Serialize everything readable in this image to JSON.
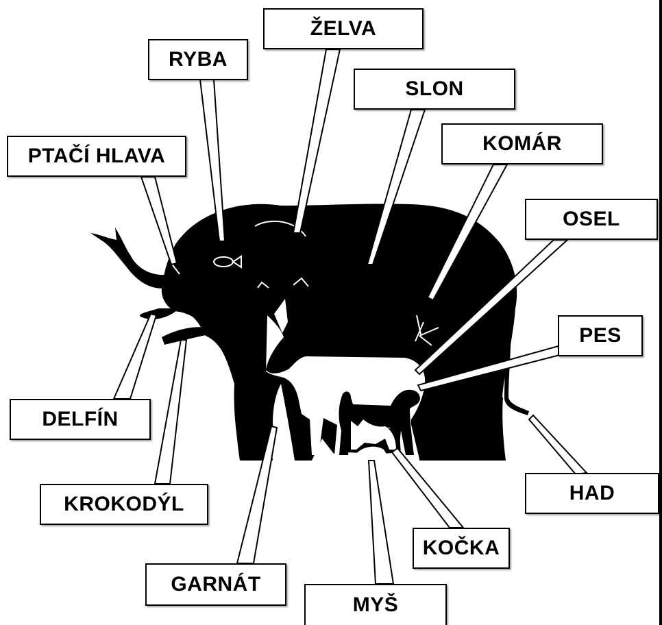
{
  "colors": {
    "silhouette": "#000000",
    "cutout": "#ffffff",
    "label_border": "#000000",
    "background": "#ffffff"
  },
  "labels": {
    "zelva": "ŽELVA",
    "ryba": "RYBA",
    "slon": "SLON",
    "ptaci_hlava": "PTAČÍ HLAVA",
    "komar": "KOMÁR",
    "osel": "OSEL",
    "pes": "PES",
    "delfin": "DELFÍN",
    "krokodyl": "KROKODÝL",
    "had": "HAD",
    "kocka": "KOČKA",
    "garnat": "GARNÁT",
    "mys": "MYŠ"
  }
}
